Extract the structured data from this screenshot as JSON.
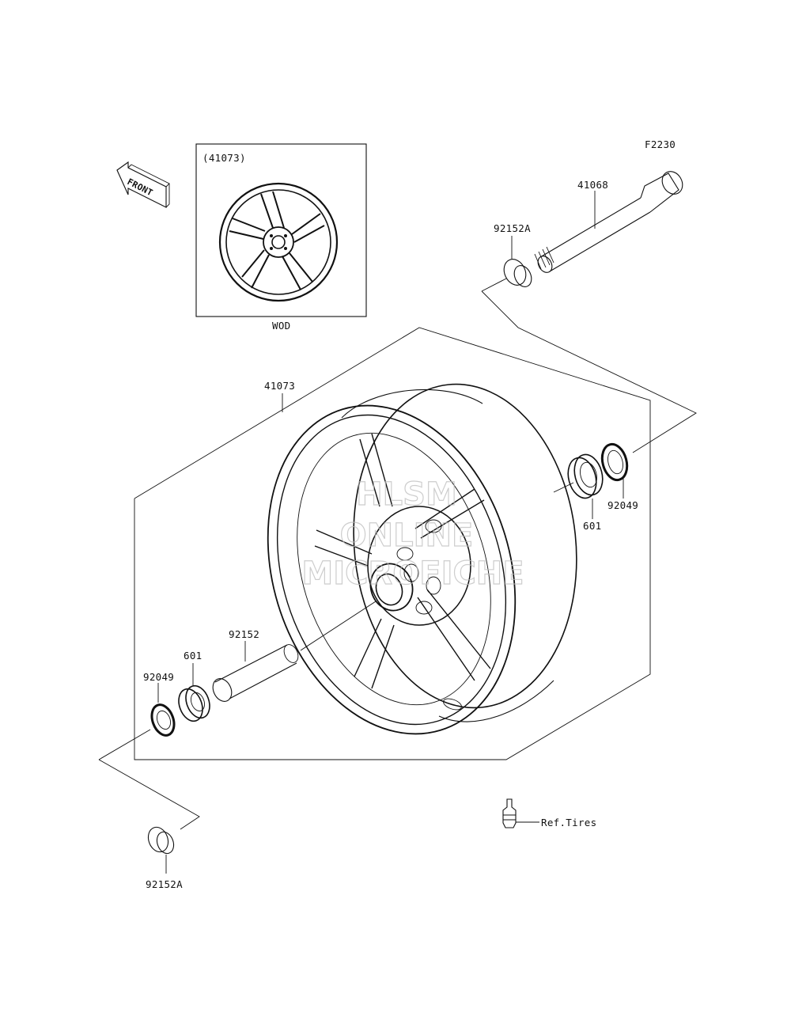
{
  "diagram_code": "F2230",
  "front_arrow_text": "FRONT",
  "inset": {
    "part_number": "(41073)",
    "caption": "WOD"
  },
  "parts": {
    "wheel": "41073",
    "axle": "41068",
    "collar_top": "92152A",
    "collar_bottom": "92152A",
    "spacer": "92152",
    "bearing_right": "601",
    "bearing_left": "601",
    "seal_right": "92049",
    "seal_left": "92049",
    "tire_valve_ref": "Ref.Tires"
  },
  "watermark": {
    "line1": "HLSM",
    "line2": "ONLINE",
    "line3": "MICROFICHE"
  },
  "colors": {
    "line": "#111111",
    "watermark": "#bdbdbd",
    "background": "#ffffff"
  }
}
